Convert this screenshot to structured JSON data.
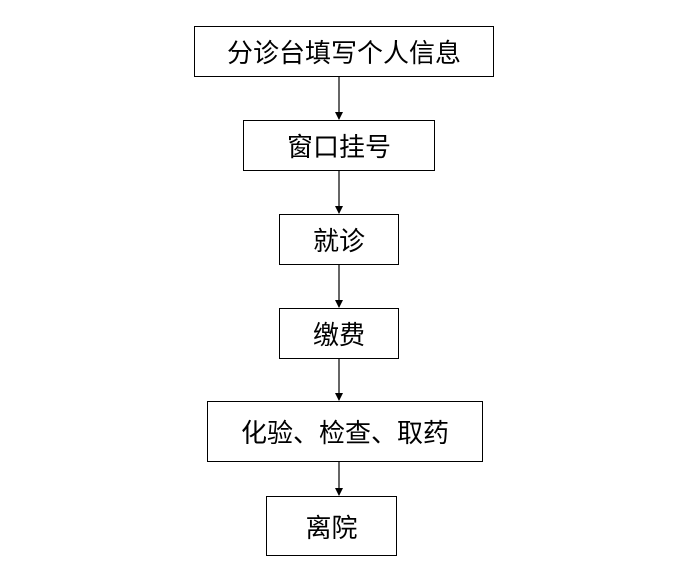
{
  "flow": {
    "steps": [
      "分诊台填写个人信息",
      "窗口挂号",
      "就诊",
      "缴费",
      "化验、检查、取药",
      "离院"
    ]
  },
  "colors": {
    "stroke": "#000000",
    "background": "#ffffff"
  }
}
